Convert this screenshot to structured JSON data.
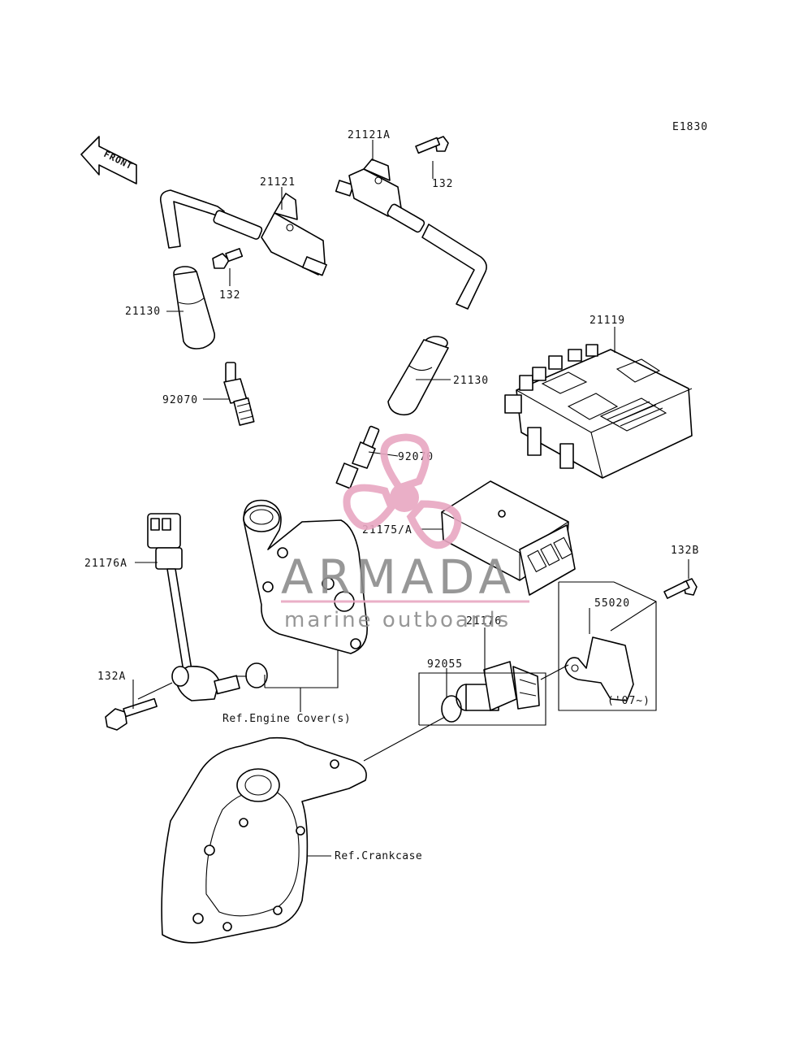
{
  "diagram_code": "E1830",
  "front_label": "FRONT",
  "parts": {
    "coil_rear": "21121A",
    "coil_front": "21121",
    "bolt_coil_rear": "132",
    "bolt_coil_front": "132",
    "cap_left": "21130",
    "cap_right": "21130",
    "plug_left": "92070",
    "plug_right": "92070",
    "ecu": "21119",
    "regulator": "21175/A",
    "sensor_a": "21176A",
    "bolt_sensor_a": "132A",
    "sensor": "21176",
    "oring": "92055",
    "bracket": "55020",
    "bracket_year": "('07~)",
    "bolt_bracket": "132B"
  },
  "references": {
    "engine_cover": "Ref.Engine Cover(s)",
    "crankcase": "Ref.Crankcase"
  },
  "watermark": {
    "brand": "ARMADA",
    "tagline": "marine outboards",
    "accent_color": "#e8a7c2",
    "text_color": "#8c8c8c"
  }
}
